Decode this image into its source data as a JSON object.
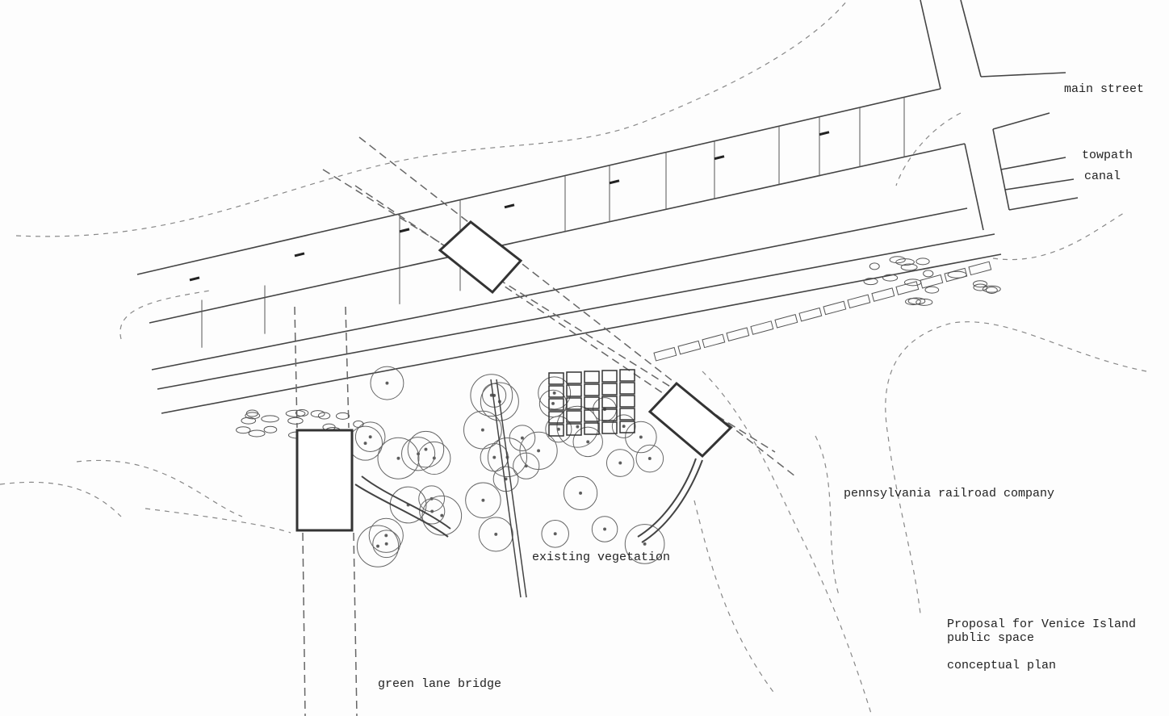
{
  "title": {
    "line1": "Proposal for Venice Island",
    "line2": "public space",
    "subtitle": "conceptual plan"
  },
  "labels": {
    "main_street": "main street",
    "towpath": "towpath",
    "canal": "canal",
    "railroad": "pennsylvania railroad company",
    "vegetation": "existing vegetation",
    "bridge": "green lane bridge"
  },
  "colors": {
    "ink": "#333333",
    "light_ink": "#888888",
    "paper": "#fdfdfd"
  }
}
